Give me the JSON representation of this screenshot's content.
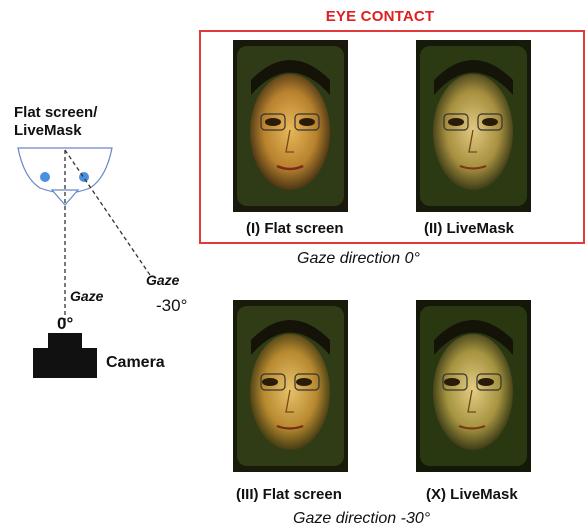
{
  "eye_contact_label": "EYE CONTACT",
  "diagram": {
    "device_label_line1": "Flat screen/",
    "device_label_line2": "LiveMask",
    "gaze_label_straight": "Gaze",
    "gaze_label_angled": "Gaze",
    "angle_straight": "0°",
    "angle_angled": "-30°",
    "camera_label": "Camera"
  },
  "panels": [
    {
      "caption": "(I) Flat screen"
    },
    {
      "caption": "(II) LiveMask"
    },
    {
      "caption": "(III) Flat screen"
    },
    {
      "caption": "(X) LiveMask"
    }
  ],
  "row_captions": {
    "top": "Gaze direction 0°",
    "bottom": "Gaze direction -30°"
  },
  "colors": {
    "accent_red": "#e02020",
    "eye_dot": "#4a8fe0"
  }
}
